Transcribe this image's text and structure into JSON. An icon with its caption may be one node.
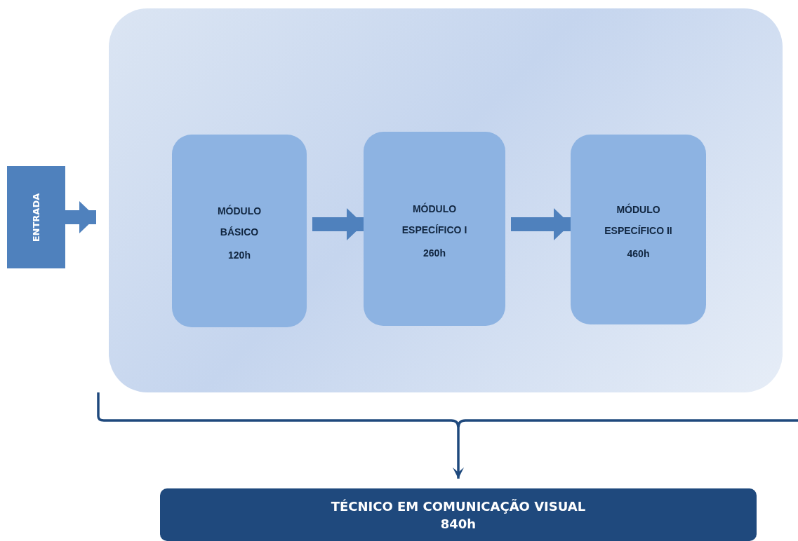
{
  "diagram": {
    "nodes": [
      {
        "text": [
          "ENTRADA"
        ]
      },
      {
        "text": [],
        "shape": "box"
      },
      {
        "text": [
          "MÓDULO BÁSICO",
          "120h"
        ],
        "in": 1
      },
      {
        "text": [
          "MÓDULO ESPECÍFICO I",
          "260h"
        ],
        "in": 1
      },
      {
        "text": [
          "MÓDULO ESPECÍFICO II",
          "460h"
        ],
        "in": 1
      },
      {
        "text": [
          "TÉCNICO EM COMUNICAÇÃO VISUAL",
          "840h"
        ]
      }
    ],
    "edges": [
      {
        "from": 0,
        "to": 1,
        "arrow": "to"
      },
      {
        "from": 2,
        "to": 3,
        "arrow": "to"
      },
      {
        "from": 3,
        "to": 4,
        "arrow": "to"
      },
      {
        "from": 1,
        "to": 5,
        "arrow": "to",
        "color": "#1f497d"
      }
    ]
  }
}
